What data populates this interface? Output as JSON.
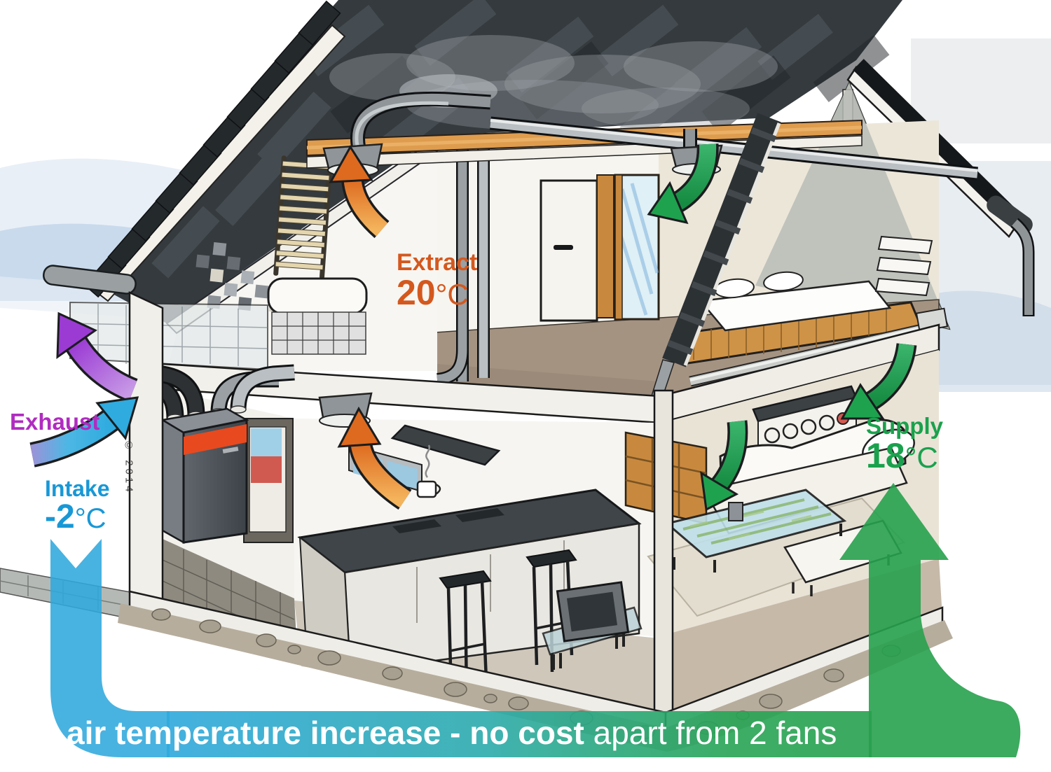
{
  "labels": {
    "extract": {
      "word": "Extract",
      "value": "20",
      "unit": "°C",
      "color": "#d4581e"
    },
    "exhaust": {
      "word": "Exhaust",
      "color": "#b02cc0"
    },
    "intake": {
      "word": "Intake",
      "value": "-2",
      "unit": "°C",
      "color": "#1898d6"
    },
    "supply": {
      "word": "Supply",
      "value": "18",
      "unit": "°C",
      "color": "#1aa14d"
    }
  },
  "banner": {
    "bold_text": "air temperature increase - no cost",
    "regular_text": "apart from 2 fans",
    "text_color": "#ffffff",
    "gradient_start": "#2fa9dd",
    "gradient_end": "#27a14e"
  },
  "signature": "© 2014",
  "arrows": [
    {
      "name": "bathroom-extract-arrow",
      "color": "#e2762b",
      "direction": "up"
    },
    {
      "name": "kitchen-extract-arrow",
      "color": "#e2762b",
      "direction": "up"
    },
    {
      "name": "bedroom-supply-arrow",
      "color": "#1fa24e",
      "direction": "down"
    },
    {
      "name": "living-room-supply-arrow-upper",
      "color": "#1fa24e",
      "direction": "down"
    },
    {
      "name": "living-room-supply-arrow-lower",
      "color": "#1fa24e",
      "direction": "down"
    },
    {
      "name": "exhaust-arrow",
      "color": "#a04fd8",
      "direction": "up-left"
    },
    {
      "name": "intake-arrow",
      "color": "#3ab3e2",
      "direction": "up-right"
    },
    {
      "name": "intake-ribbon",
      "color": "#2fa9dd"
    },
    {
      "name": "supply-ribbon",
      "color": "#27a14e"
    }
  ],
  "colors": {
    "roof": "#343a3e",
    "wall": "#f6f5f1",
    "wood": "#cf9347",
    "unit_stripe": "#e8491f"
  }
}
